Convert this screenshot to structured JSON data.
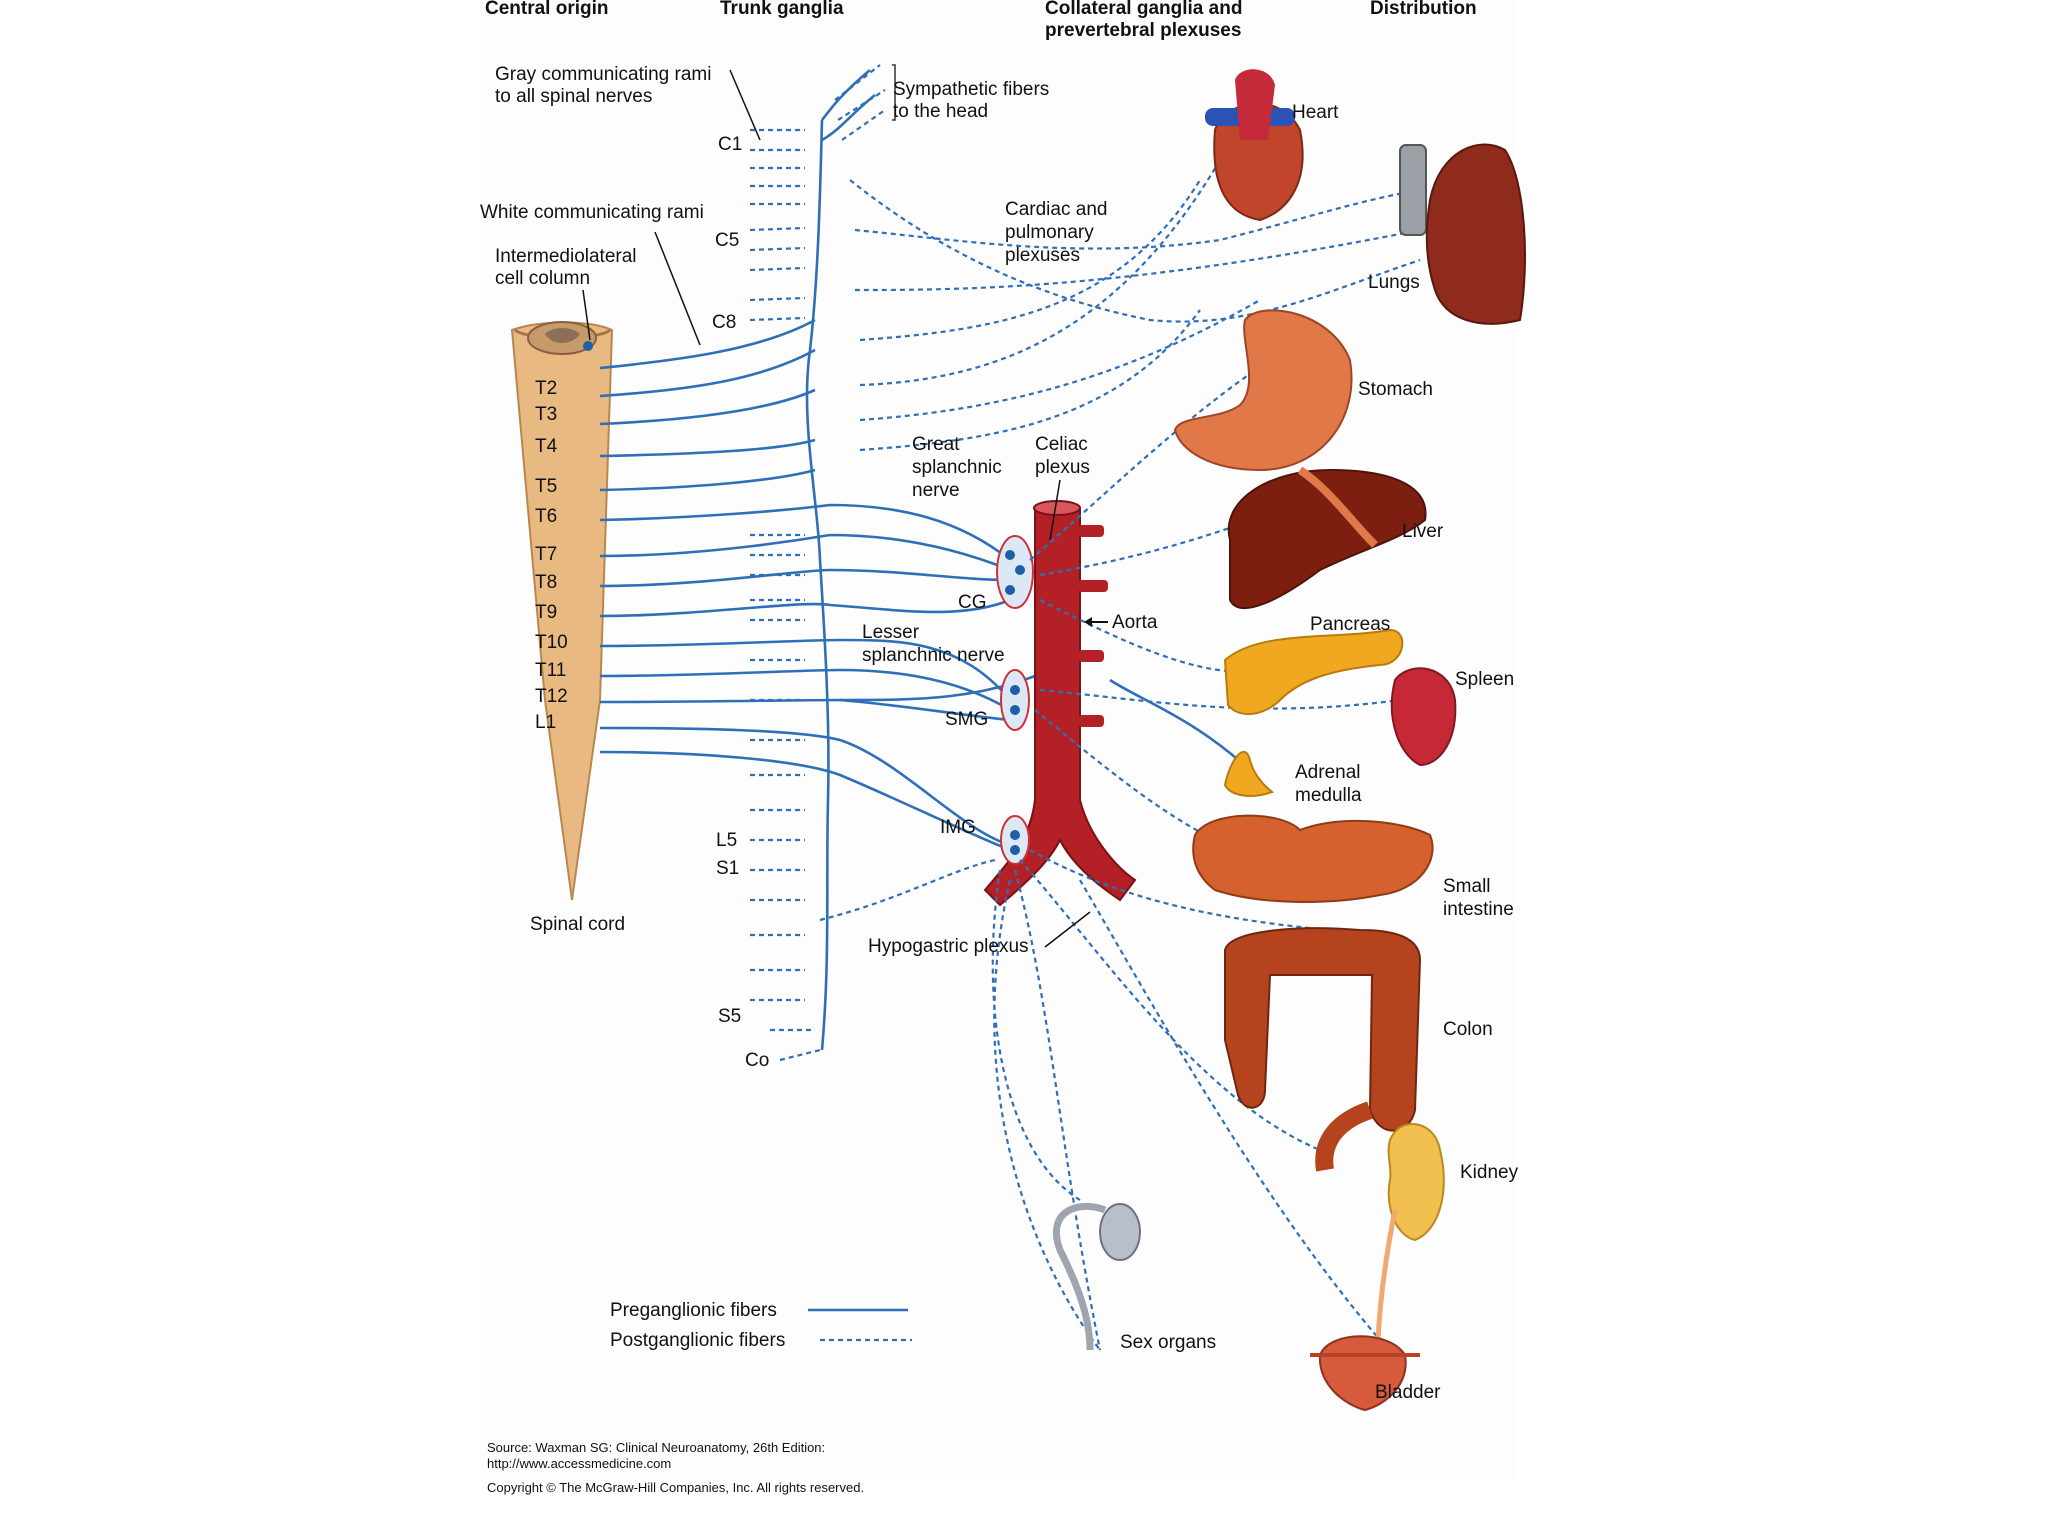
{
  "headers": {
    "central_origin": "Central origin",
    "trunk_ganglia": "Trunk ganglia",
    "collateral_line1": "Collateral ganglia and",
    "collateral_line2": "prevertebral plexuses",
    "distribution": "Distribution"
  },
  "labels": {
    "gray_rami_1": "Gray communicating rami",
    "gray_rami_2": "to all spinal nerves",
    "white_rami": "White communicating rami",
    "imlc_1": "Intermediolateral",
    "imlc_2": "cell column",
    "symp_head_1": "Sympathetic fibers",
    "symp_head_2": "to the head",
    "cardiac_1": "Cardiac and",
    "cardiac_2": "pulmonary",
    "cardiac_3": "plexuses",
    "great_1": "Great",
    "great_2": "splanchnic",
    "great_3": "nerve",
    "celiac_1": "Celiac",
    "celiac_2": "plexus",
    "cg": "CG",
    "aorta": "Aorta",
    "lesser_1": "Lesser",
    "lesser_2": "splanchnic nerve",
    "smg": "SMG",
    "img": "IMG",
    "hypogastric": "Hypogastric plexus",
    "spinal_cord": "Spinal cord"
  },
  "organs": {
    "heart": "Heart",
    "lungs": "Lungs",
    "stomach": "Stomach",
    "liver": "Liver",
    "pancreas": "Pancreas",
    "spleen": "Spleen",
    "adrenal_1": "Adrenal",
    "adrenal_2": "medulla",
    "small_int_1": "Small",
    "small_int_2": "intestine",
    "colon": "Colon",
    "kidney": "Kidney",
    "sex_organs": "Sex organs",
    "bladder": "Bladder"
  },
  "cord_segments": [
    "T2",
    "T3",
    "T4",
    "T5",
    "T6",
    "T7",
    "T8",
    "T9",
    "T10",
    "T11",
    "T12",
    "L1"
  ],
  "trunk_levels": {
    "c1": "C1",
    "c5": "C5",
    "c8": "C8",
    "l5": "L5",
    "s1": "S1",
    "s5": "S5",
    "co": "Co"
  },
  "legend": {
    "pre": "Preganglionic fibers",
    "post": "Postganglionic fibers"
  },
  "source": {
    "line1": "Source: Waxman SG: Clinical Neuroanatomy, 26th Edition:",
    "line2": "http://www.accessmedicine.com",
    "line3": "Copyright © The McGraw-Hill Companies, Inc. All rights reserved."
  },
  "colors": {
    "nerve": "#2f6fb8",
    "cord": "#e9b982",
    "aorta": "#b32026",
    "organ_red": "#b5431e",
    "pancreas": "#f0a820"
  }
}
